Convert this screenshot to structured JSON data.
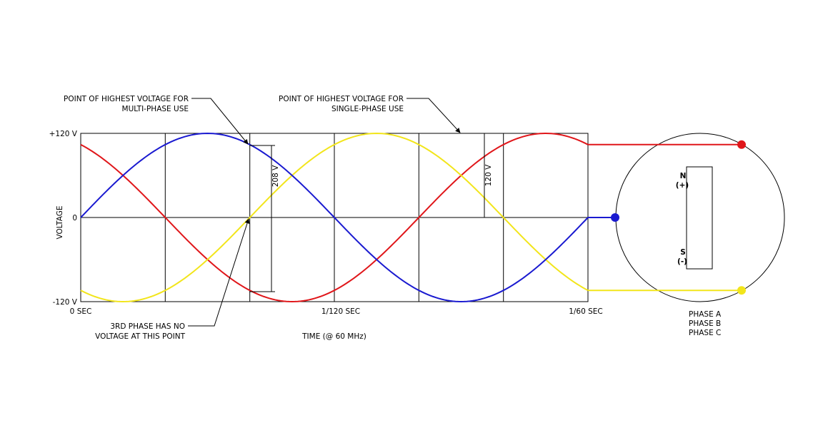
{
  "chart_data": {
    "type": "line",
    "ylabel": "VOLTAGE",
    "xlabel": "TIME (@ 60 MHz)",
    "y_ticks": [
      "+120 V",
      "0",
      "-120 V"
    ],
    "x_ticks": [
      "0 SEC",
      "1/120 SEC",
      "1/60 SEC"
    ],
    "ylim": [
      -120,
      120
    ],
    "x_range_degrees": [
      0,
      360
    ],
    "series": [
      {
        "name": "PHASE A",
        "color": "#e0161a",
        "phase_offset_deg": 120,
        "amplitude": 120
      },
      {
        "name": "PHASE B",
        "color": "#f2e51b",
        "phase_offset_deg": 240,
        "amplitude": 120
      },
      {
        "name": "PHASE C",
        "color": "#1a1ad0",
        "phase_offset_deg": 0,
        "amplitude": 120
      }
    ]
  },
  "annotations": {
    "multi_phase": [
      "POINT OF HIGHEST VOLTAGE FOR",
      "MULTI-PHASE USE"
    ],
    "single_phase": [
      "POINT OF HIGHEST VOLTAGE FOR",
      "SINGLE-PHASE USE"
    ],
    "third_phase": [
      "3RD PHASE HAS NO",
      "VOLTAGE AT THIS POINT"
    ],
    "dim_208": "208 V",
    "dim_120": "120 V"
  },
  "generator": {
    "north": "N",
    "north_sign": "(+)",
    "south": "S",
    "south_sign": "(-)"
  },
  "legend": [
    {
      "label": "PHASE A",
      "color": "#e0161a"
    },
    {
      "label": "PHASE B",
      "color": "#f2e51b"
    },
    {
      "label": "PHASE C",
      "color": "#1a1ad0"
    }
  ]
}
